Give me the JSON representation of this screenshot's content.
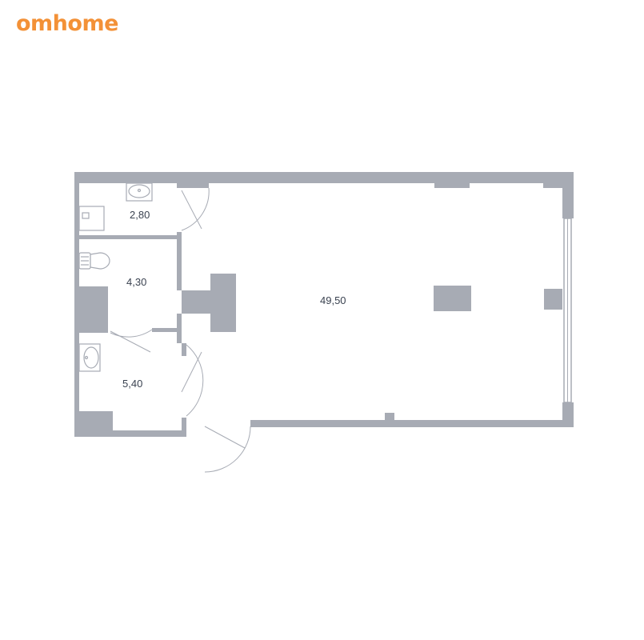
{
  "brand": {
    "name": "omhome",
    "color": "#f39137"
  },
  "colors": {
    "wall": "#a7abb4",
    "fixture_stroke": "#a7abb4",
    "label": "#3a4250",
    "background": "#ffffff"
  },
  "rooms": [
    {
      "id": "bathroom",
      "area": "2,80"
    },
    {
      "id": "toilet",
      "area": "4,30"
    },
    {
      "id": "hallway",
      "area": "5,40"
    },
    {
      "id": "studio",
      "area": "49,50"
    }
  ],
  "fixtures": [
    "sink-icon",
    "shower-icon",
    "toilet-icon",
    "sink-icon"
  ]
}
